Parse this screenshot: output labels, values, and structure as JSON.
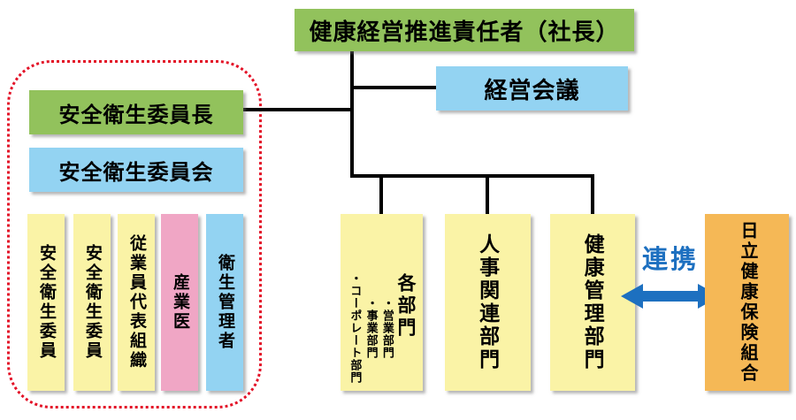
{
  "top": {
    "label": "健康経営推進責任者（社長）"
  },
  "management_meeting": {
    "label": "経営会議"
  },
  "safety_group": {
    "chair": {
      "label": "安全衛生委員長"
    },
    "committee": {
      "label": "安全衛生委員会"
    },
    "members": [
      {
        "label": "安全衛生委員",
        "color": "yellow"
      },
      {
        "label": "安全衛生委員",
        "color": "yellow"
      },
      {
        "label": "従業員代表組織",
        "color": "yellow"
      },
      {
        "label": "産業医",
        "color": "pink"
      },
      {
        "label": "衛生管理者",
        "color": "light-blue"
      }
    ]
  },
  "departments": {
    "all_depts": {
      "heading": "各部門",
      "items": [
        "・営業部門",
        "・事業部門",
        "・コーポレート部門"
      ]
    },
    "hr": {
      "label": "人事関連部門"
    },
    "health_mgmt": {
      "label": "健康管理部門"
    }
  },
  "partner": {
    "label": "日立健康保険組合",
    "relation_label": "連携"
  },
  "colors": {
    "green": "#92C25C",
    "light-blue": "#93D3F2",
    "yellow": "#FAF3A6",
    "pink": "#F0A6C5",
    "orange": "#F5B856",
    "arrow-blue": "#1D70C0",
    "dotted-red": "#E31227",
    "line-black": "#000000"
  }
}
